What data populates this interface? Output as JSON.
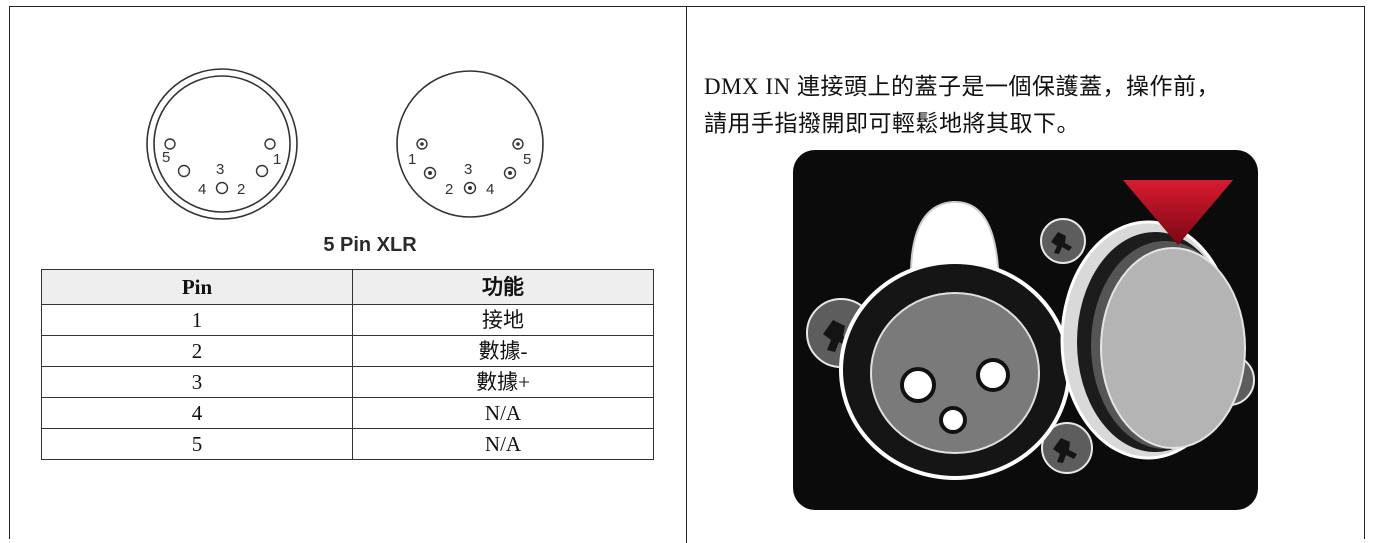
{
  "connector": {
    "caption": "5 Pin XLR",
    "male_pins": [
      "5",
      "3",
      "1",
      "4",
      "2"
    ],
    "female_pins": [
      "1",
      "3",
      "5",
      "2",
      "4"
    ]
  },
  "pin_table": {
    "headers": [
      "Pin",
      "功能"
    ],
    "rows": [
      [
        "1",
        "接地"
      ],
      [
        "2",
        "數據-"
      ],
      [
        "3",
        "數據+"
      ],
      [
        "4",
        "N/A"
      ],
      [
        "5",
        "N/A"
      ]
    ]
  },
  "instruction": {
    "line1": "DMX IN 連接頭上的蓋子是一個保護蓋，操作前，",
    "line2": "請用手指撥開即可輕鬆地將其取下。"
  },
  "colors": {
    "photo_background": "#0b0b0b",
    "indicator_arrow": "#c4122a"
  }
}
